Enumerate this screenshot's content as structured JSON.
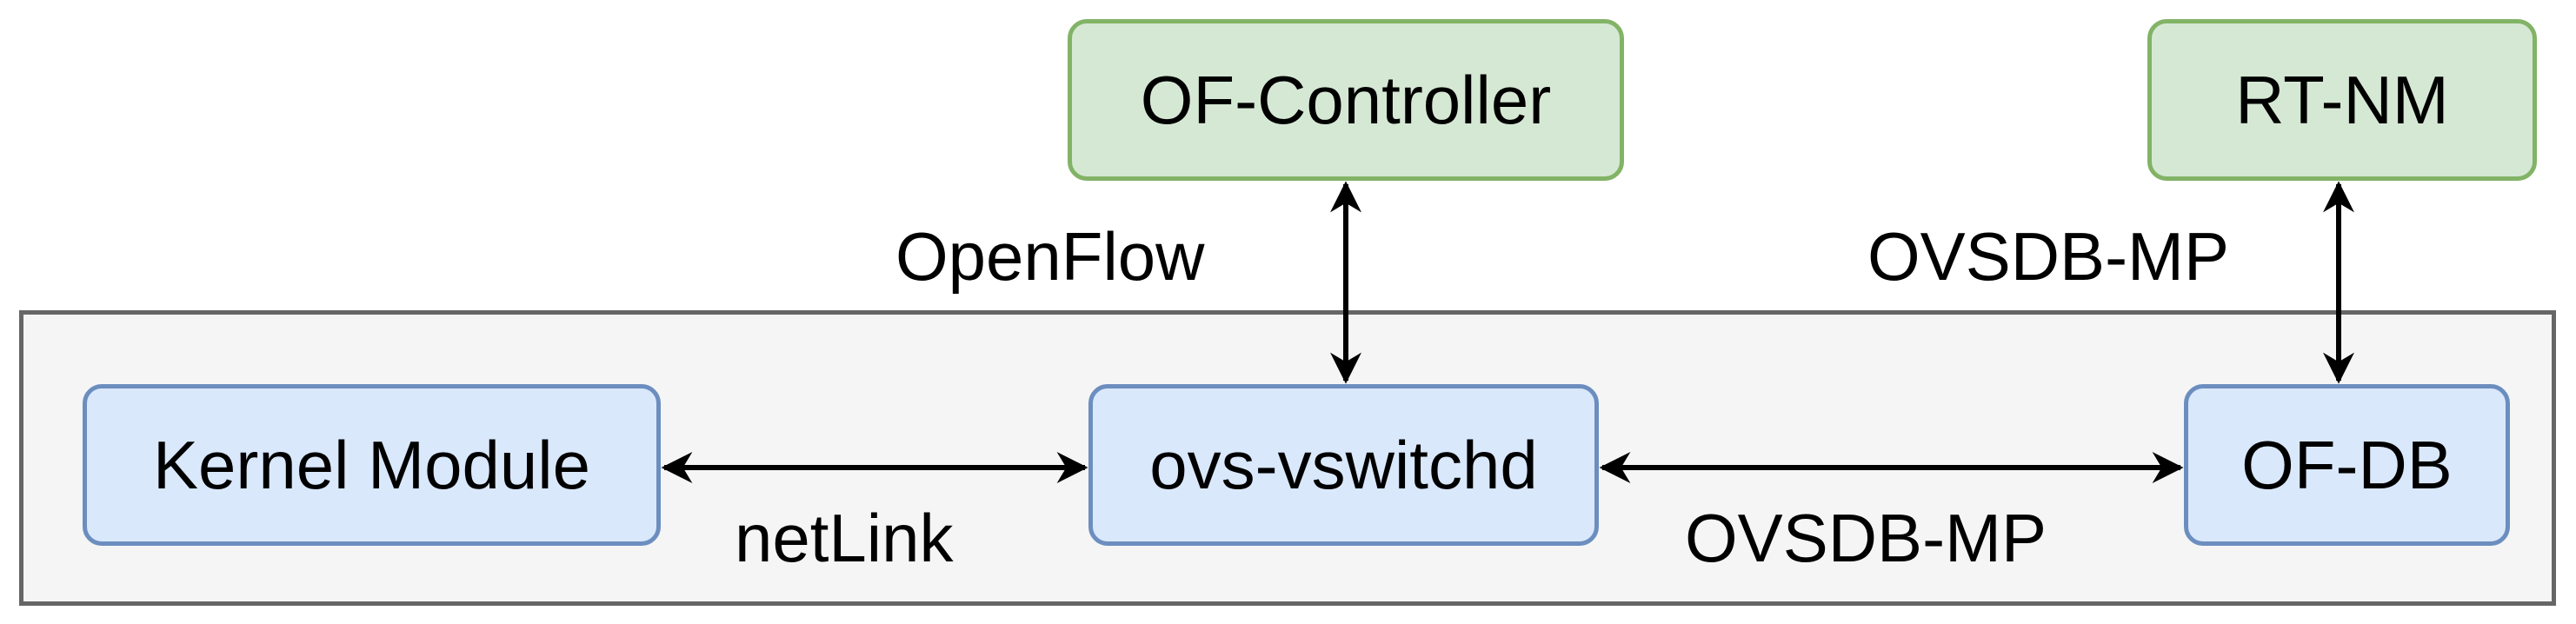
{
  "nodes": {
    "of_controller": "OF-Controller",
    "rt_nm": "RT-NM",
    "kernel_module": "Kernel Module",
    "ovs_vswitchd": "ovs-vswitchd",
    "of_db": "OF-DB"
  },
  "edges": {
    "openflow": "OpenFlow",
    "ovsdb_mp_top": "OVSDB-MP",
    "netlink": "netLink",
    "ovsdb_mp_bottom": "OVSDB-MP"
  },
  "colors": {
    "blue_fill": "#dae8fc",
    "blue_stroke": "#6c8ebf",
    "green_fill": "#d5e8d4",
    "green_stroke": "#82b366",
    "container_fill": "#f5f5f5",
    "container_stroke": "#666666"
  }
}
